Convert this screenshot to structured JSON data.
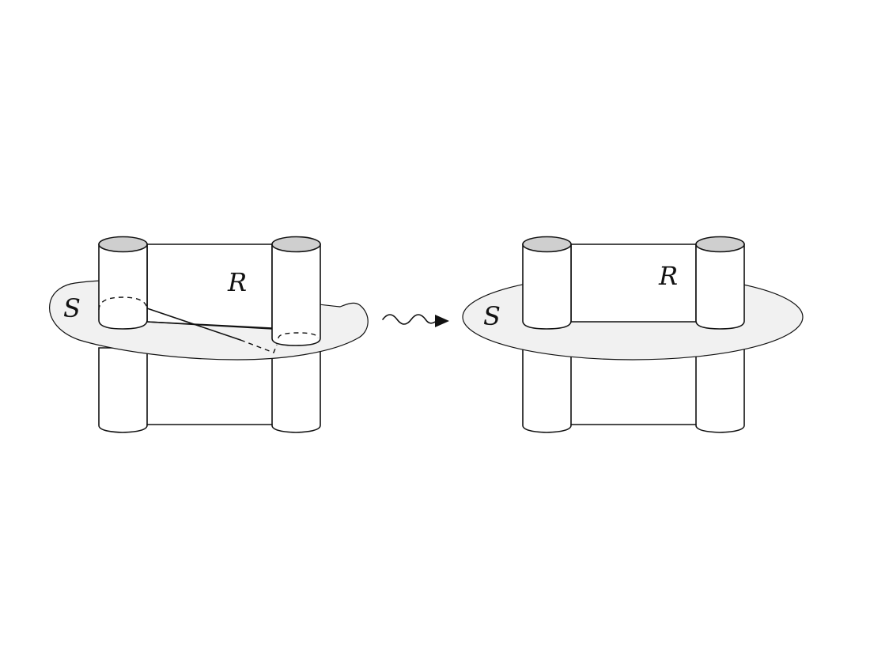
{
  "panels": [
    {
      "id": "before",
      "surface_label": "S",
      "region_label": "R"
    },
    {
      "id": "after",
      "surface_label": "S",
      "region_label": "R"
    }
  ],
  "colors": {
    "surface_fill": "#f1f1f1",
    "cap_fill": "#cfcfcf",
    "stroke": "#111111"
  },
  "connector_arrow": "squiggly-arrow"
}
